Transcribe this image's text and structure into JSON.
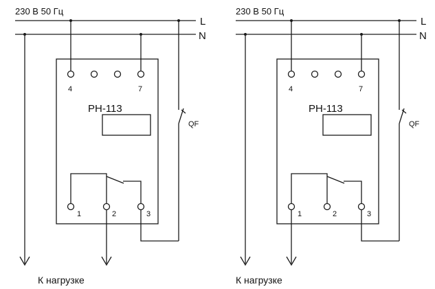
{
  "supply_label": "230 В 50 Гц",
  "line_label": "L",
  "neutral_label": "N",
  "device_label": "РН-113",
  "breaker_label": "QF",
  "load_label": "К нагрузке",
  "top_terminals": [
    "4",
    "7"
  ],
  "bottom_terminals": [
    "1",
    "2",
    "3"
  ],
  "panels": [
    {
      "id": "left",
      "title": "Wiring diagram A"
    },
    {
      "id": "right",
      "title": "Wiring diagram B"
    }
  ]
}
